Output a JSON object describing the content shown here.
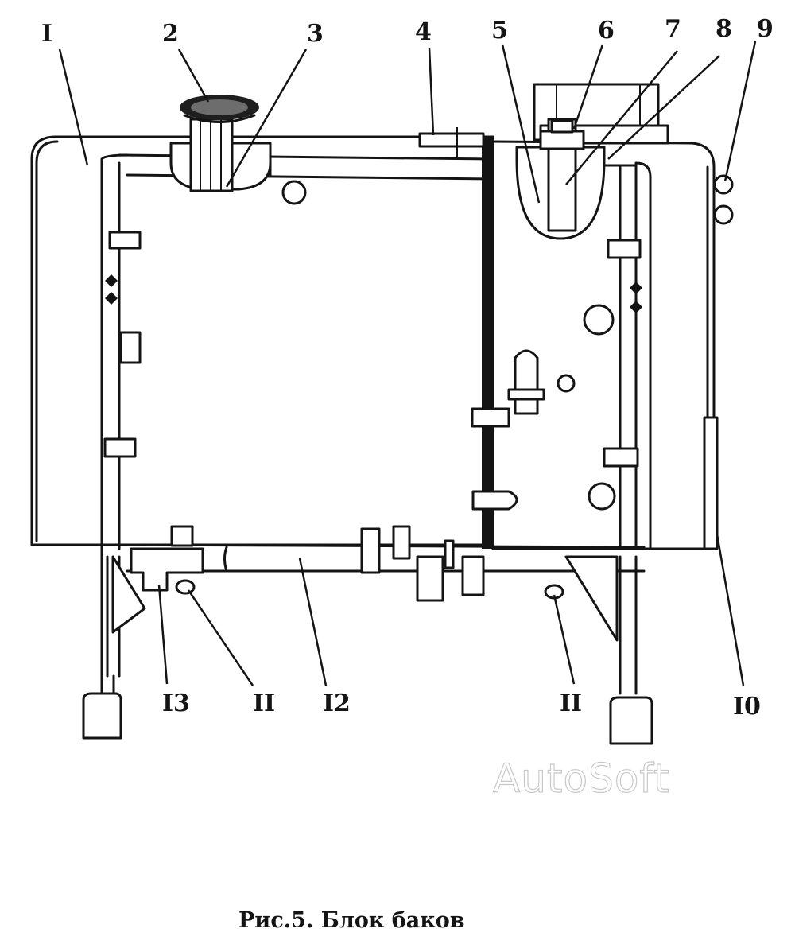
{
  "figure": {
    "caption": "Рис.5. Блок баков",
    "watermark": "AutoSoft"
  },
  "callouts": [
    {
      "id": "c1",
      "label": "I"
    },
    {
      "id": "c2",
      "label": "2"
    },
    {
      "id": "c3",
      "label": "3"
    },
    {
      "id": "c4",
      "label": "4"
    },
    {
      "id": "c5",
      "label": "5"
    },
    {
      "id": "c6",
      "label": "6"
    },
    {
      "id": "c7",
      "label": "7"
    },
    {
      "id": "c8",
      "label": "8"
    },
    {
      "id": "c9",
      "label": "9"
    },
    {
      "id": "c10",
      "label": "I0"
    },
    {
      "id": "c11a",
      "label": "II"
    },
    {
      "id": "c12",
      "label": "I2"
    },
    {
      "id": "c13",
      "label": "I3"
    },
    {
      "id": "c11b",
      "label": "II"
    }
  ]
}
